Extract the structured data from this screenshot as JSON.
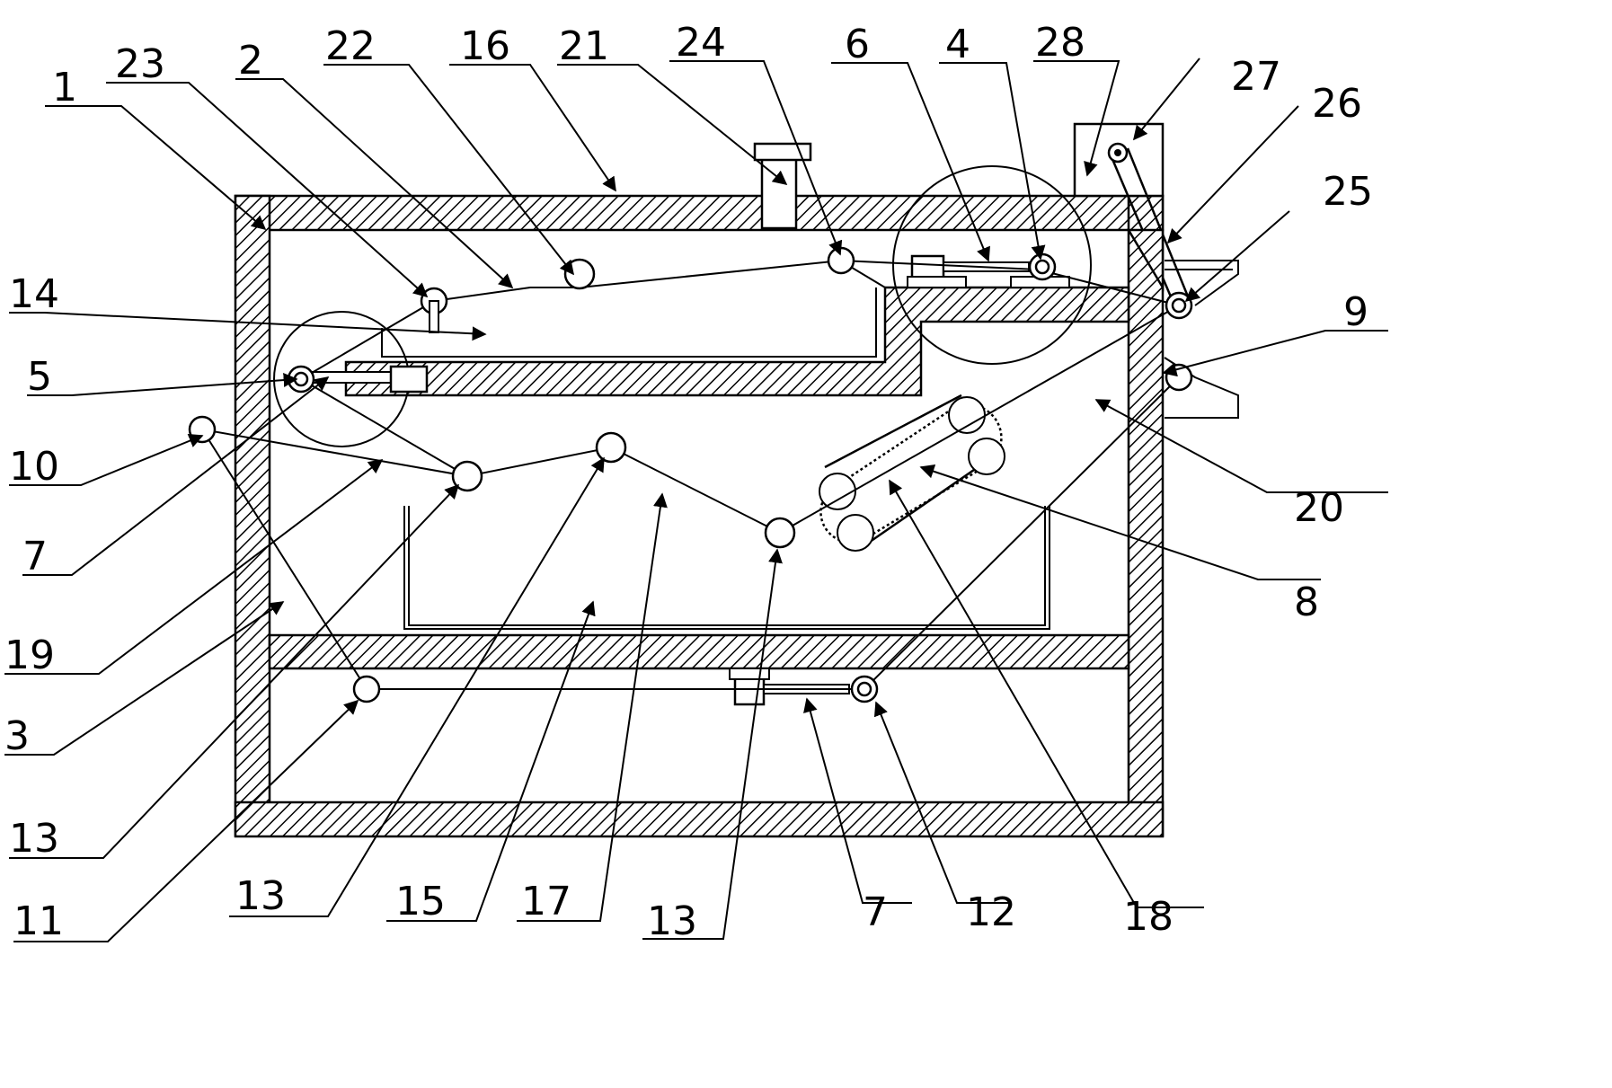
{
  "labels": {
    "l1": "1",
    "l23": "23",
    "l2": "2",
    "l22": "22",
    "l16": "16",
    "l21": "21",
    "l24": "24",
    "l6": "6",
    "l4": "4",
    "l28": "28",
    "l27": "27",
    "l26": "26",
    "l25": "25",
    "l14": "14",
    "l5": "5",
    "l9": "9",
    "l10": "10",
    "l20": "20",
    "l7a": "7",
    "l8": "8",
    "l19": "19",
    "l3": "3",
    "l13a": "13",
    "l11": "11",
    "l13b": "13",
    "l15": "15",
    "l17": "17",
    "l13c": "13",
    "l7b": "7",
    "l12": "12",
    "l18": "18"
  }
}
